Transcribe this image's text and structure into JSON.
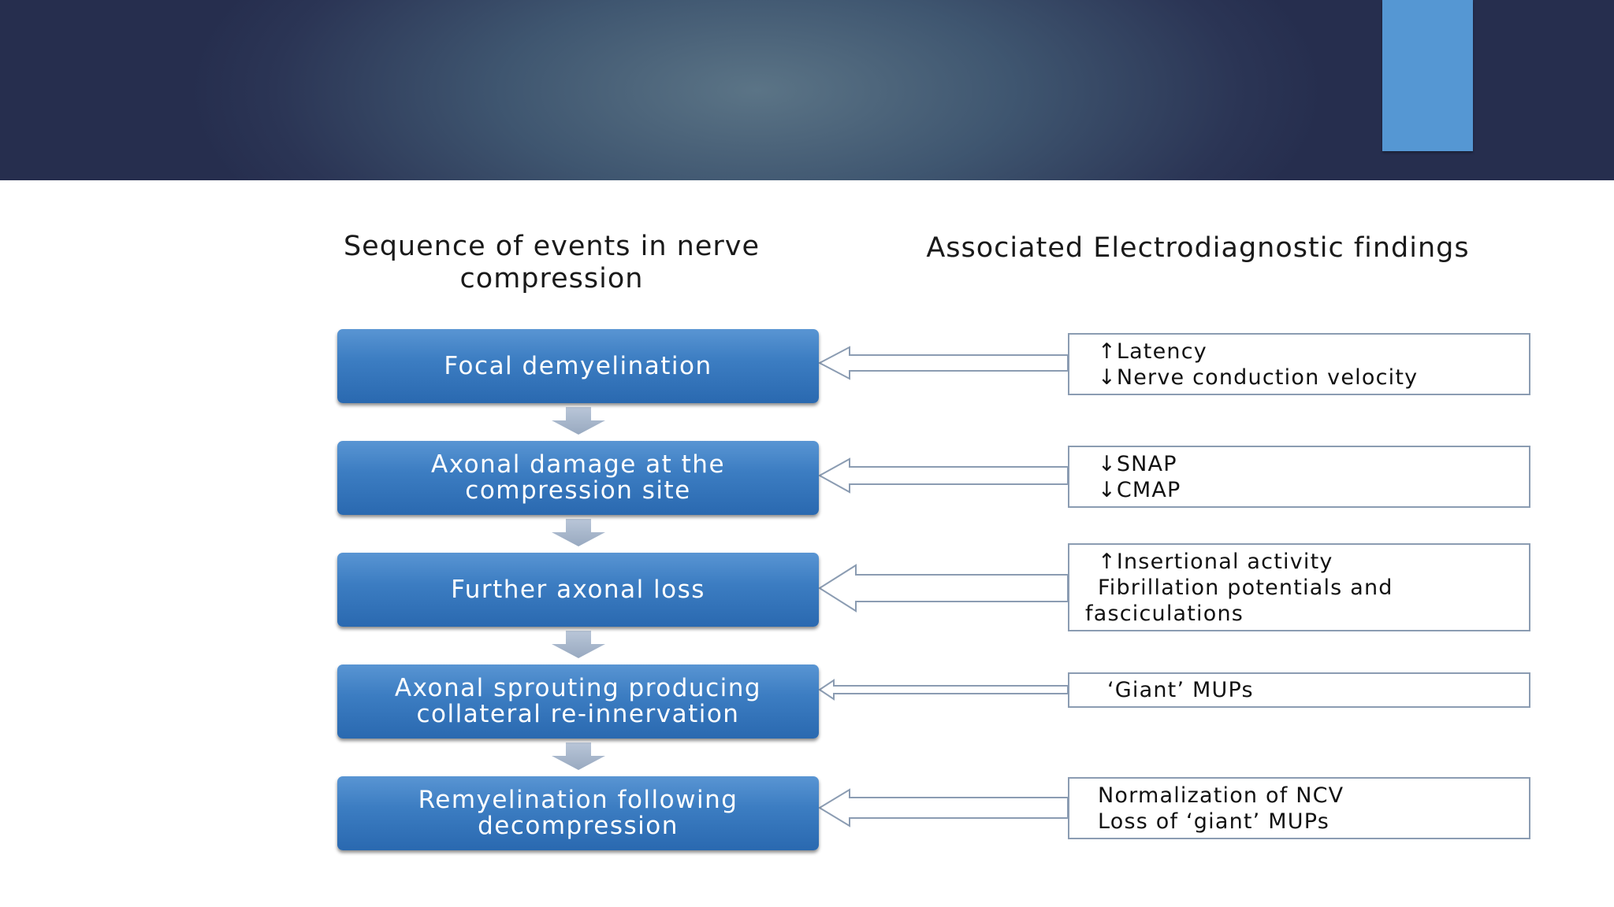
{
  "header": {
    "left_title": "Sequence of events in nerve compression",
    "right_title": "Associated Electrodiagnostic findings"
  },
  "steps": [
    {
      "label": "Focal demyelination"
    },
    {
      "label": "Axonal damage at the\ncompression site"
    },
    {
      "label": "Further axonal loss"
    },
    {
      "label": "Axonal sprouting producing\ncollateral re-innervation"
    },
    {
      "label": "Remyelination following\ndecompression"
    }
  ],
  "findings": [
    {
      "lines": [
        "↑Latency",
        "↓Nerve conduction velocity"
      ]
    },
    {
      "lines": [
        "↓SNAP",
        "↓CMAP"
      ]
    },
    {
      "lines": [
        "↑Insertional activity",
        "Fibrillation potentials and",
        "fasciculations"
      ]
    },
    {
      "lines": [
        "‘Giant’ MUPs"
      ]
    },
    {
      "lines": [
        "Normalization of NCV",
        "Loss of ‘giant’ MUPs"
      ]
    }
  ],
  "colors": {
    "banner_dark": "#262e4e",
    "banner_light": "#5b7486",
    "accent_block": "#5597d3",
    "step_box": "#3c7dc2",
    "down_arrow": "#a9b8cd",
    "finding_border": "#8b9cb2"
  }
}
